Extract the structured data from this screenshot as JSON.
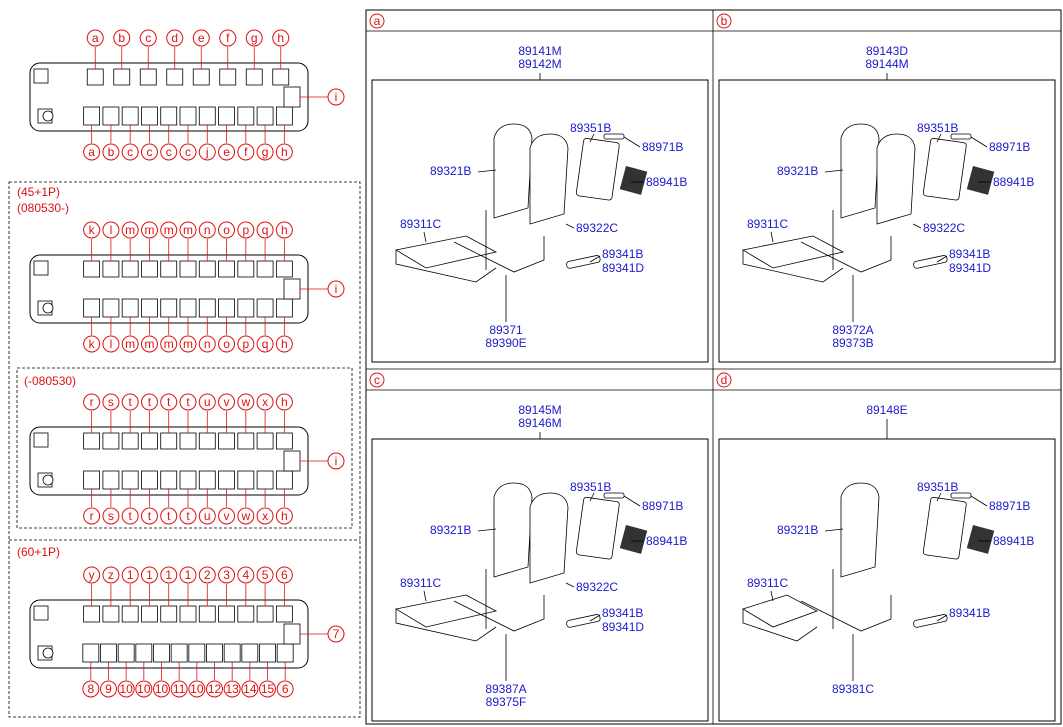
{
  "layouts": {
    "top": {
      "top_row": [
        "a",
        "b",
        "c",
        "d",
        "e",
        "f",
        "g",
        "h"
      ],
      "bottom_row": [
        "a",
        "b",
        "c",
        "c",
        "c",
        "c",
        "j",
        "e",
        "f",
        "g",
        "h"
      ],
      "side": "i"
    },
    "group1_title1": "(45+1P)",
    "group1_title2": "(080530-)",
    "l45new": {
      "top_row": [
        "k",
        "l",
        "m",
        "m",
        "m",
        "m",
        "n",
        "o",
        "p",
        "q",
        "h"
      ],
      "bottom_row": [
        "k",
        "l",
        "m",
        "m",
        "m",
        "m",
        "n",
        "o",
        "p",
        "q",
        "h"
      ],
      "side": "i"
    },
    "group2_title": "(-080530)",
    "l45old": {
      "top_row": [
        "r",
        "s",
        "t",
        "t",
        "t",
        "t",
        "u",
        "v",
        "w",
        "x",
        "h"
      ],
      "bottom_row": [
        "r",
        "s",
        "t",
        "t",
        "t",
        "t",
        "u",
        "v",
        "w",
        "x",
        "h"
      ],
      "side": "i"
    },
    "group3_title": "(60+1P)",
    "l60": {
      "top_row": [
        "y",
        "z",
        "1",
        "1",
        "1",
        "1",
        "2",
        "3",
        "4",
        "5",
        "6"
      ],
      "bottom_row": [
        "8",
        "9",
        "10",
        "10",
        "10",
        "11",
        "10",
        "12",
        "13",
        "14",
        "15",
        "6"
      ],
      "side": "7"
    }
  },
  "panels": {
    "a": {
      "tag": "a",
      "assembly": [
        "89141M",
        "89142M"
      ],
      "labels": {
        "back_cover": "89351B",
        "headrest_cap": "88971B",
        "net": "88941B",
        "back": "89321B",
        "hinge": "89322C",
        "cushion": "89311C",
        "arm1": "89341B",
        "arm2": "89341D",
        "leg1": "89371",
        "leg2": "89390E"
      }
    },
    "b": {
      "tag": "b",
      "assembly": [
        "89143D",
        "89144M"
      ],
      "labels": {
        "back_cover": "89351B",
        "headrest_cap": "88971B",
        "net": "88941B",
        "back": "89321B",
        "hinge": "89322C",
        "cushion": "89311C",
        "arm1": "89341B",
        "arm2": "89341D",
        "leg1": "89372A",
        "leg2": "89373B"
      }
    },
    "c": {
      "tag": "c",
      "assembly": [
        "89145M",
        "89146M"
      ],
      "labels": {
        "back_cover": "89351B",
        "headrest_cap": "88971B",
        "net": "88941B",
        "back": "89321B",
        "hinge": "89322C",
        "cushion": "89311C",
        "arm1": "89341B",
        "arm2": "89341D",
        "leg1": "89387A",
        "leg2": "89375F"
      }
    },
    "d": {
      "tag": "d",
      "assembly": [
        "89148E"
      ],
      "labels": {
        "back_cover": "89351B",
        "headrest_cap": "88971B",
        "net": "88941B",
        "back": "89321B",
        "cushion": "89311C",
        "arm1": "89341B",
        "leg1": "89381C"
      }
    }
  }
}
